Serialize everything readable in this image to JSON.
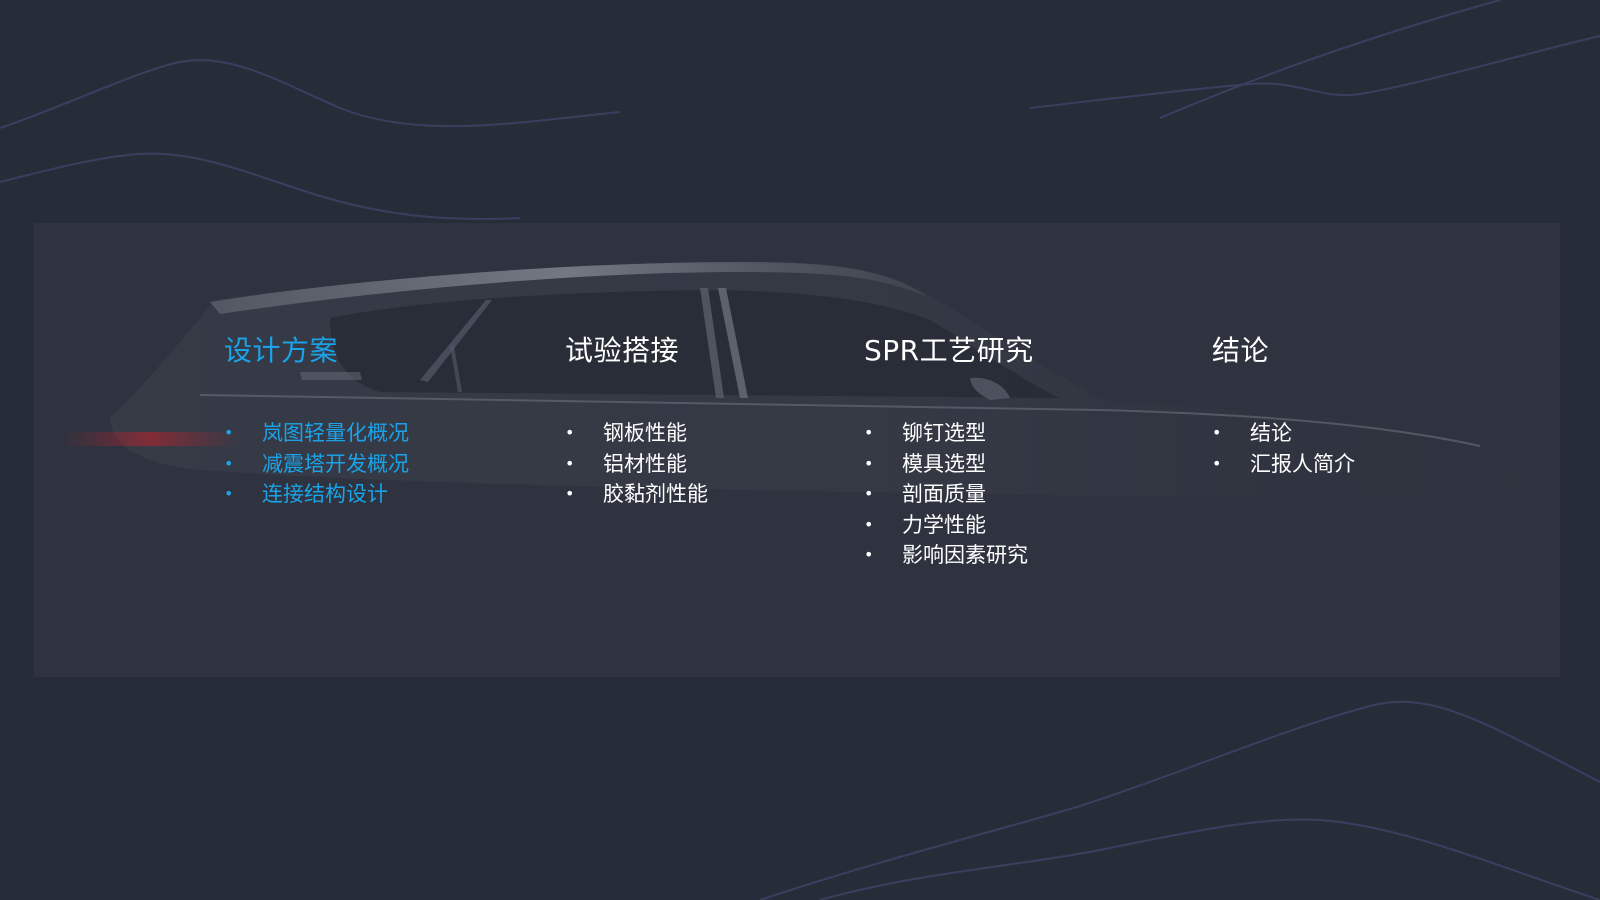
{
  "theme": {
    "background": "#272c39",
    "accent": "#1aa3e8",
    "text": "#ffffff",
    "line": "#4a4f7a"
  },
  "sections": [
    {
      "title": "设计方案",
      "active": true,
      "items": [
        "岚图轻量化概况",
        "减震塔开发概况",
        "连接结构设计"
      ]
    },
    {
      "title": "试验搭接",
      "active": false,
      "items": [
        "钢板性能",
        "铝材性能",
        "胶黏剂性能"
      ]
    },
    {
      "title": "SPR工艺研究",
      "active": false,
      "items": [
        "铆钉选型",
        "模具选型",
        "剖面质量",
        "力学性能",
        "影响因素研究"
      ]
    },
    {
      "title": "结论",
      "active": false,
      "items": [
        "结论",
        "汇报人简介"
      ]
    }
  ],
  "bullet_glyph": "•"
}
